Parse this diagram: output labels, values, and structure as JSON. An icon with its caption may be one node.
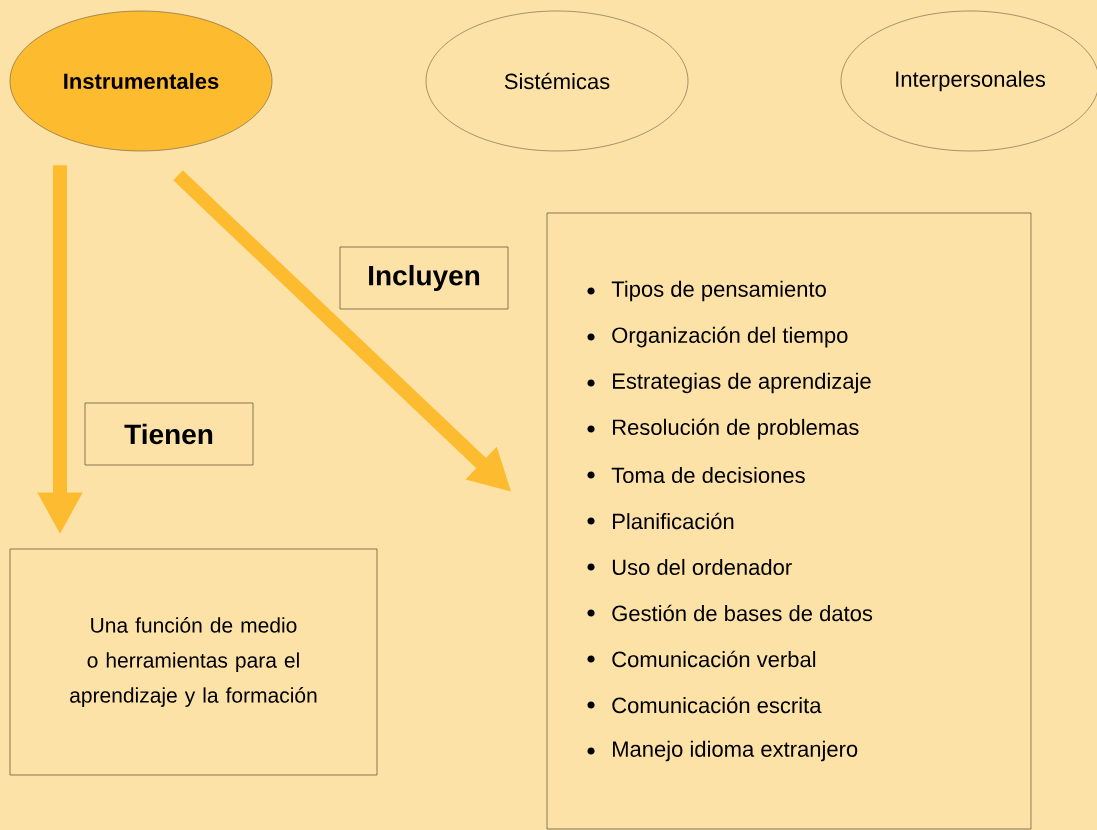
{
  "diagram": {
    "nodes": [
      {
        "text": [
          "Instrumentales"
        ]
      },
      {
        "text": [
          "Sistémicas"
        ]
      },
      {
        "text": [
          "Interpersonales"
        ]
      },
      {
        "text": [
          "Una función de medio o herramientas para el aprendizaje y la formación"
        ]
      },
      {
        "text": [
          "Tipos de pensamiento",
          "Organización del tiempo",
          "Estrategias de aprendizaje",
          "Resolución de problemas",
          "Toma de decisiones",
          "Planificación",
          "Uso del ordenador",
          "Gestión de bases de datos",
          "Comunicación verbal",
          "Comunicación escrita",
          "Manejo idioma extranjero"
        ]
      }
    ],
    "edges": [
      {
        "from": 0,
        "to": 3,
        "arrow": "to",
        "label": "Tienen"
      },
      {
        "from": 0,
        "to": 4,
        "arrow": "to",
        "label": "Incluyen"
      }
    ]
  }
}
